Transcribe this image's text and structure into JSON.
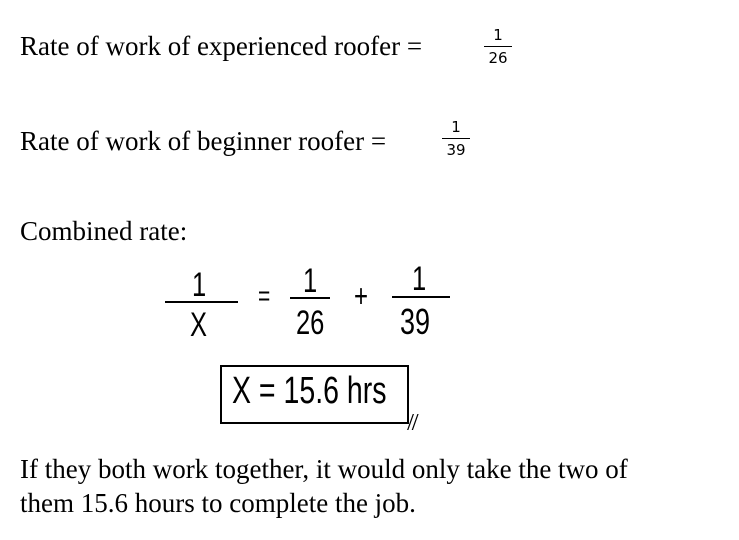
{
  "lines": {
    "experienced": {
      "label": "Rate of work of experienced roofer =",
      "num": "1",
      "den": "26"
    },
    "beginner": {
      "label": "Rate of work of beginner roofer =",
      "num": "1",
      "den": "39"
    },
    "combined": "Combined rate:"
  },
  "handwritten": {
    "lhs_num": "1",
    "lhs_den": "X",
    "equals": "=",
    "t1_num": "1",
    "t1_den": "26",
    "plus": "+",
    "t2_num": "1",
    "t2_den": "39",
    "answer": "X = 15.6 hrs",
    "mark": "//"
  },
  "conclusion": [
    "If they both work together, it would only take the two of",
    "them 15.6 hours to complete the job."
  ]
}
